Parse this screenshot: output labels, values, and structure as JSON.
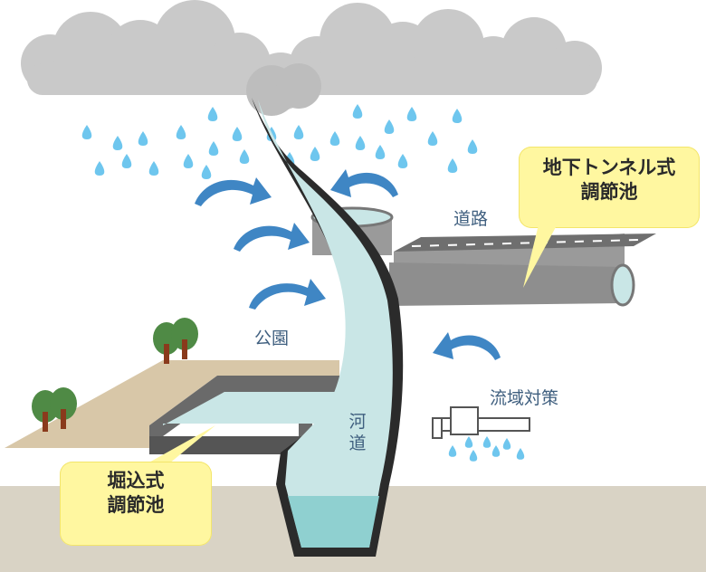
{
  "labels": {
    "road": "道路",
    "park": "公園",
    "watershed": "流域対策",
    "river": "河道"
  },
  "callouts": {
    "tunnel": {
      "line1": "地下トンネル式",
      "line2": "調節池"
    },
    "excavated": {
      "line1": "堀込式",
      "line2": "調節池"
    }
  },
  "colors": {
    "cloud": "#c9c9c9",
    "raindrop": "#6ec6ee",
    "arrow": "#3f86c4",
    "water": "#c9e6e6",
    "water_deep": "#8fd0d0",
    "channel_wall": "#2b2b2b",
    "ground": "#d9d3c5",
    "park_ground": "#d8c7a8",
    "concrete": "#9a9a9a",
    "road": "#7d7d7d",
    "callout_fill": "#fff7a0",
    "tree_leaf": "#4f8a45",
    "tree_trunk": "#8a3a1c",
    "label_text": "#3f5f7f"
  }
}
